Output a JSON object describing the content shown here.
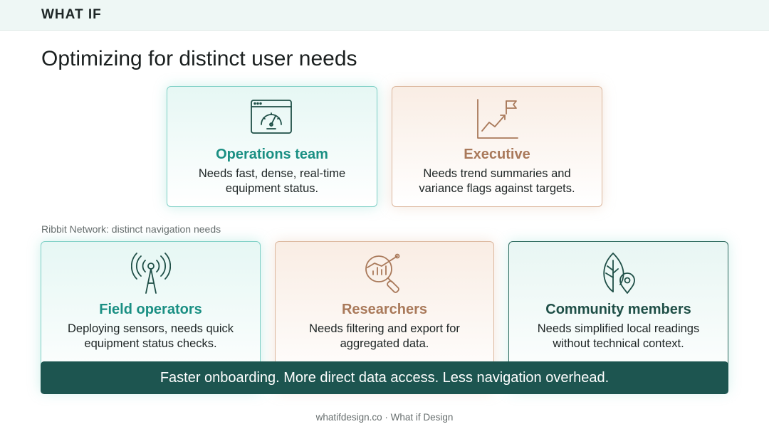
{
  "header": {
    "logo": "WHAT IF"
  },
  "page": {
    "title": "Optimizing for distinct user needs"
  },
  "top_cards": [
    {
      "title": "Operations team",
      "description": "Needs fast, dense, real-time equipment status.",
      "icon": "dashboard-gauge-icon",
      "accent": "#1a8f83"
    },
    {
      "title": "Executive",
      "description": "Needs trend summaries and variance flags against targets.",
      "icon": "trend-flag-icon",
      "accent": "#a9795a"
    }
  ],
  "section": {
    "label": "Ribbit Network: distinct navigation needs"
  },
  "bottom_cards": [
    {
      "title": "Field operators",
      "description": "Deploying sensors, needs quick equipment status checks.",
      "icon": "antenna-tower-icon",
      "accent": "#1a8f83"
    },
    {
      "title": "Researchers",
      "description": "Needs filtering and export for aggregated data.",
      "icon": "magnifier-chart-icon",
      "accent": "#a9795a"
    },
    {
      "title": "Community members",
      "description": "Needs simplified local readings without technical context.",
      "icon": "leaf-location-icon",
      "accent": "#1f4f47"
    }
  ],
  "banner": {
    "text": "Faster onboarding. More direct data access. Less navigation overhead."
  },
  "footer": {
    "text": "whatifdesign.co · What if Design"
  }
}
